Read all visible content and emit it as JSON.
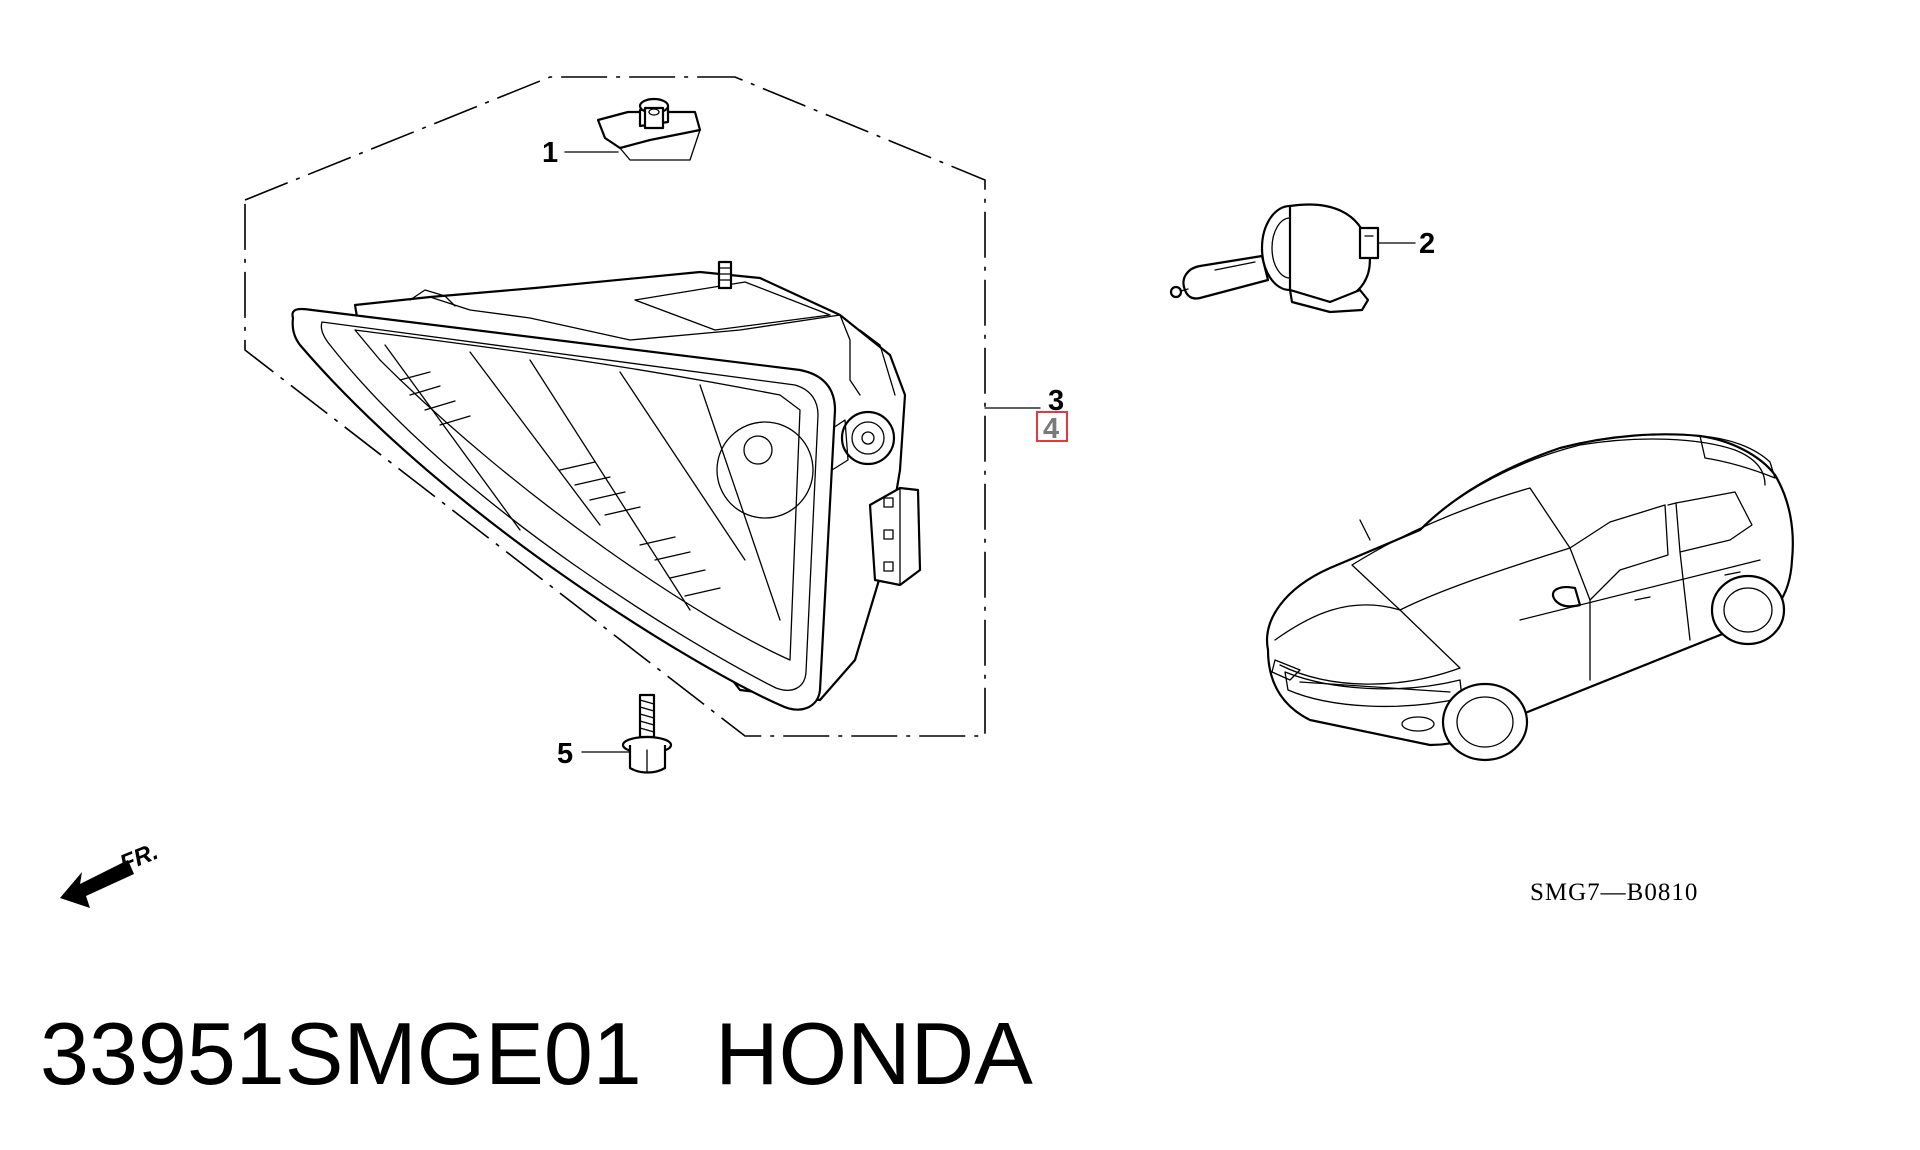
{
  "callouts": {
    "c1": "1",
    "c2": "2",
    "c3": "3",
    "c4": "4",
    "c5": "5"
  },
  "diagram_code": "SMG7—B0810",
  "direction_label": "FR.",
  "caption": "33951SMGE01   HONDA",
  "colors": {
    "highlight_box": "#e0393e",
    "line": "#000000",
    "highlighted_number": "#7a7a7a"
  }
}
